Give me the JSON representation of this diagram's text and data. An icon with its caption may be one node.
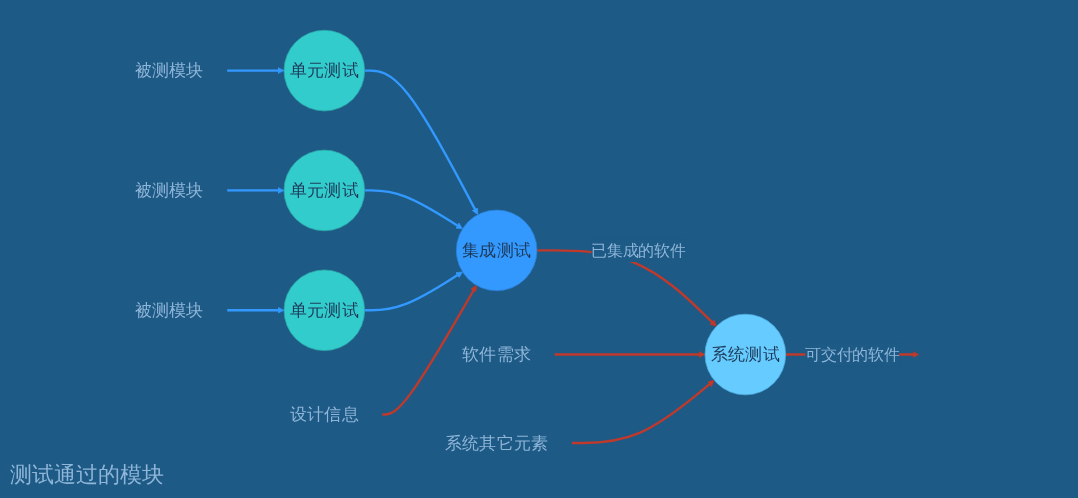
{
  "diagram": {
    "nodes": [
      {
        "text": [
          "被测模块"
        ]
      },
      {
        "text": [
          "单元测试"
        ]
      },
      {
        "text": [
          "被测模块"
        ]
      },
      {
        "text": [
          "单元测试"
        ]
      },
      {
        "text": [
          "被测模块"
        ]
      },
      {
        "text": [
          "单元测试"
        ]
      },
      {
        "text": [
          "集成测试"
        ]
      },
      {
        "text": [
          "设计信息"
        ]
      },
      {
        "text": [
          "软件需求"
        ]
      },
      {
        "text": [
          "系统其它元素"
        ]
      },
      {
        "text": [
          "系统测试"
        ]
      }
    ],
    "edges": [
      {
        "from": 0,
        "to": 1,
        "arrow": "to"
      },
      {
        "from": 2,
        "to": 3,
        "arrow": "to"
      },
      {
        "from": 4,
        "to": 5,
        "arrow": "to"
      },
      {
        "from": 1,
        "to": 6,
        "arrow": "to"
      },
      {
        "from": 3,
        "to": 6,
        "arrow": "to"
      },
      {
        "from": 5,
        "to": 6,
        "arrow": "to"
      },
      {
        "from": 7,
        "to": 6,
        "arrow": "to",
        "color": "#c0392b"
      },
      {
        "from": 6,
        "to": 10,
        "arrow": "to",
        "label": "已集成的软件",
        "color": "#c0392b"
      },
      {
        "from": 8,
        "to": 10,
        "arrow": "to",
        "color": "#c0392b"
      },
      {
        "from": 9,
        "to": 10,
        "arrow": "to",
        "color": "#c0392b"
      },
      {
        "from": 10,
        "to": null,
        "arrow": "to",
        "label": "可交付的软件",
        "color": "#c0392b"
      }
    ],
    "labels": [
      "测试通过的模块"
    ]
  }
}
